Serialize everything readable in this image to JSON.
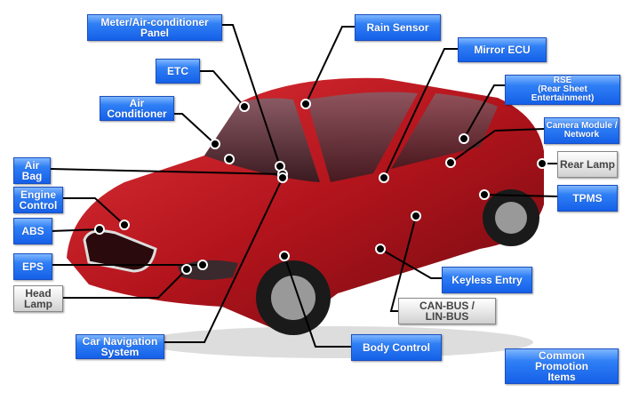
{
  "labels": {
    "meter": "Meter/Air-conditioner Panel",
    "rain": "Rain Sensor",
    "mirror": "Mirror ECU",
    "etc": "ETC",
    "rse_title": "RSE",
    "rse_sub": "(Rear Sheet Entertainment)",
    "aircon": "Air Conditioner",
    "camera": "Camera Module / Network",
    "airbag": "Air Bag",
    "rearlamp": "Rear Lamp",
    "engine": "Engine Control",
    "tpms": "TPMS",
    "abs": "ABS",
    "eps": "EPS",
    "headlamp": "Head Lamp",
    "keyless": "Keyless Entry",
    "canbus": "CAN-BUS / LIN-BUS",
    "carnav": "Car Navigation System",
    "body": "Body Control",
    "promo": "Common Promotion Items"
  },
  "colors": {
    "label_blue": "#1560e8",
    "label_gray": "#d8d8d8",
    "car_red": "#b3141c"
  }
}
